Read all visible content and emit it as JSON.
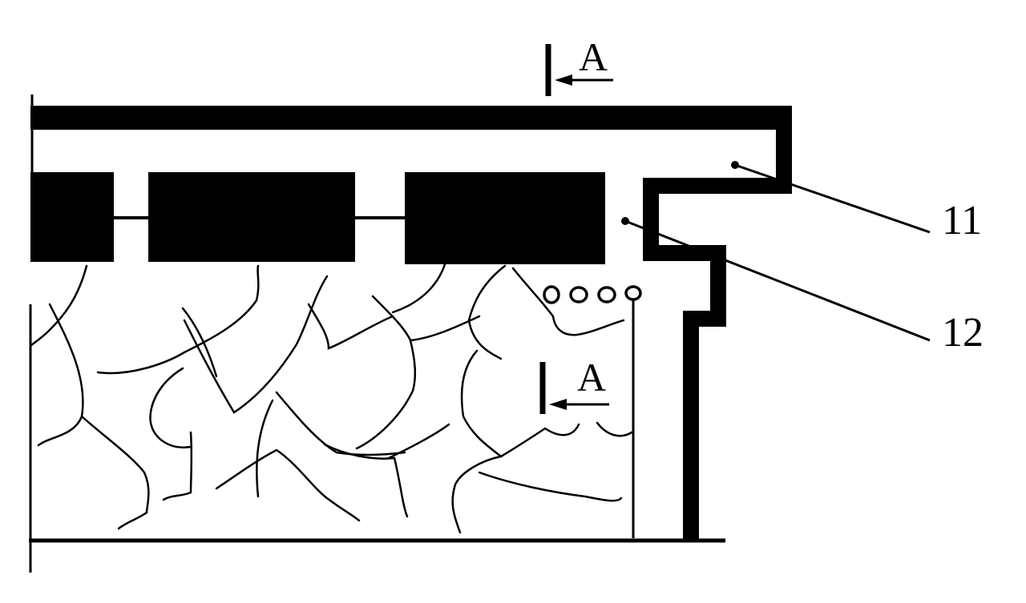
{
  "section_marks": [
    "A",
    "A"
  ],
  "reference_numerals": [
    "11",
    "12"
  ],
  "colors": {
    "ink": "#000000",
    "paper": "#ffffff"
  }
}
